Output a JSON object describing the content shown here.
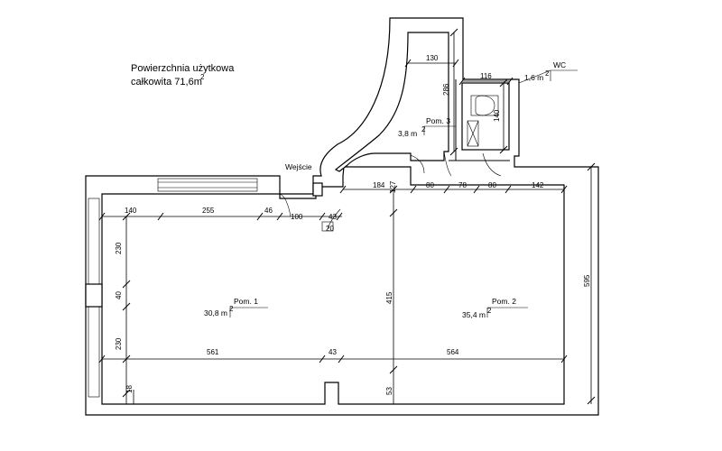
{
  "summary": {
    "line1": "Powierzchnia użytkowa",
    "line2": "całkowita 71,6m"
  },
  "entrance": "Wejście",
  "rooms": {
    "pom1": {
      "name": "Pom. 1",
      "area": "30,8 m"
    },
    "pom2": {
      "name": "Pom. 2",
      "area": "35,4 m"
    },
    "pom3": {
      "name": "Pom. 3",
      "area": "3,8 m"
    },
    "wc": {
      "name": "WC",
      "area": "1,6 m"
    }
  },
  "dims": {
    "d140": "140",
    "d255": "255",
    "d46": "46",
    "d100": "100",
    "d43a": "43",
    "d20": "20",
    "d184": "184",
    "d127": "127",
    "d80a": "80",
    "d78": "78",
    "d80b": "80",
    "d142": "142",
    "d130": "130",
    "d286": "286",
    "d116": "116",
    "d140wc": "140",
    "d230a": "230",
    "d40": "40",
    "d230b": "230",
    "d415": "415",
    "d595": "595",
    "d561": "561",
    "d43b": "43",
    "d564": "564",
    "d18": "18",
    "d53": "53"
  }
}
